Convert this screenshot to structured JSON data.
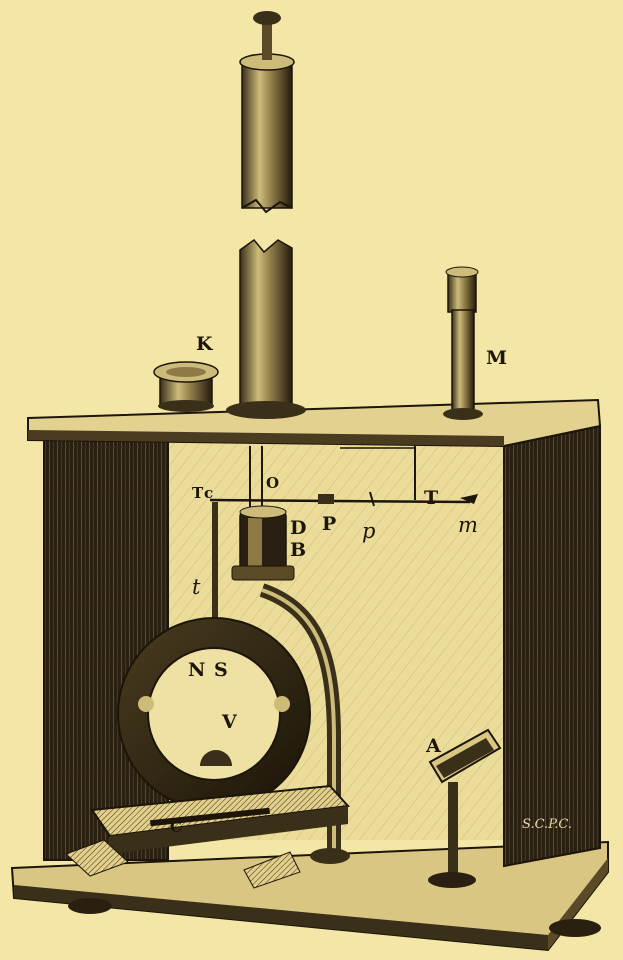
{
  "figure": {
    "labels": {
      "K": "K",
      "M": "M",
      "T_left": "T",
      "c_left": "c",
      "O": "O",
      "D": "D",
      "P": "P",
      "p": "p",
      "T_right": "T",
      "m": "m",
      "B": "B",
      "t": "t",
      "N": "N",
      "S": "S",
      "V": "V",
      "A": "A",
      "C": "C",
      "signature": "S.C.P.C."
    },
    "colors": {
      "paper": "#f3e6a6",
      "ink": "#1c1508",
      "wood": "#2a2012"
    }
  }
}
